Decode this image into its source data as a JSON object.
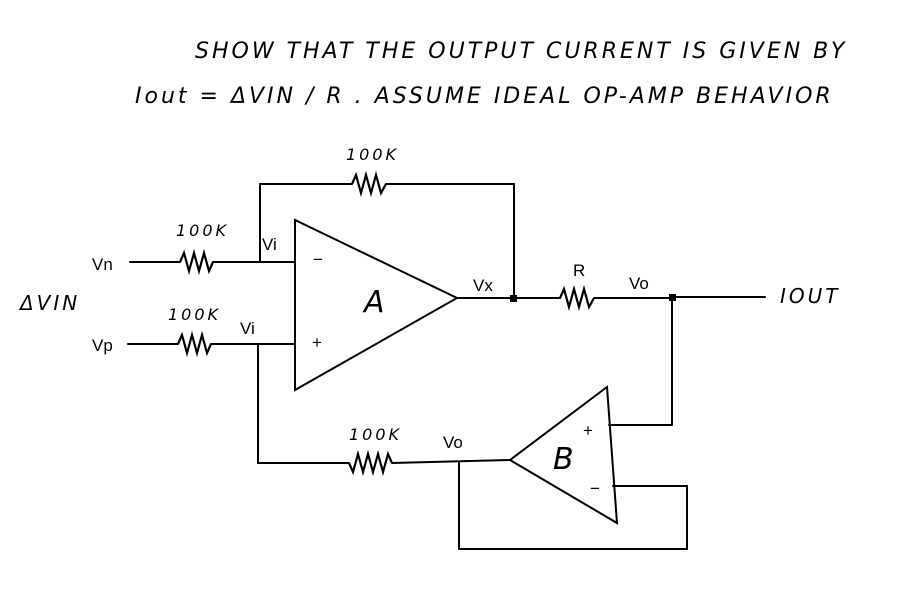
{
  "problem": {
    "line1": "SHOW THAT THE OUTPUT CURRENT IS GIVEN BY",
    "line2": "Iout = ΔVIN / R .  ASSUME IDEAL OP-AMP BEHAVIOR"
  },
  "labels": {
    "feedback_resistor": "100K",
    "vn_resistor": "100K",
    "vp_resistor": "100K",
    "lower_resistor": "100K",
    "output_resistor": "R",
    "vn": "Vn",
    "vp": "Vp",
    "vi_top": "Vi",
    "vi_bottom": "Vi",
    "vx": "Vx",
    "vo_right": "Vo",
    "vo_bottom": "Vo",
    "delta_vin": "ΔVIN",
    "iout": "IOUT",
    "opamp_a": "A",
    "opamp_b": "B",
    "minus_a": "−",
    "plus_a": "+",
    "plus_b": "+",
    "minus_b": "−"
  }
}
